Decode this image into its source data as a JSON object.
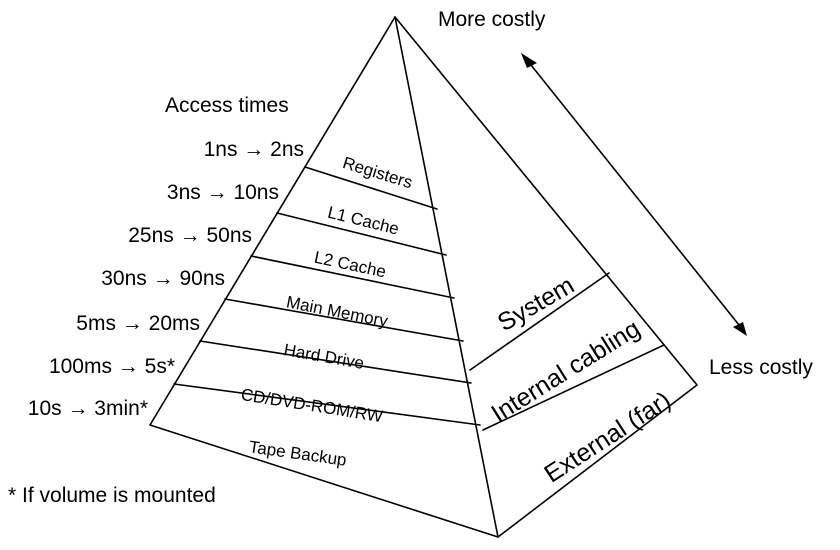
{
  "top_label": "More costly",
  "bottom_label": "Less costly",
  "access_times_heading": "Access times",
  "footnote": "* If volume is mounted",
  "layers": [
    {
      "name": "Registers",
      "access_time": "1ns → 2ns"
    },
    {
      "name": "L1 Cache",
      "access_time": "3ns → 10ns"
    },
    {
      "name": "L2 Cache",
      "access_time": "25ns → 50ns"
    },
    {
      "name": "Main Memory",
      "access_time": "30ns → 90ns"
    },
    {
      "name": "Hard Drive",
      "access_time": "5ms → 20ms"
    },
    {
      "name": "CD/DVD-ROM/RW",
      "access_time": "100ms → 5s*"
    },
    {
      "name": "Tape Backup",
      "access_time": "10s → 3min*"
    }
  ],
  "side_layers": [
    {
      "name": "System"
    },
    {
      "name": "Internal cabling"
    },
    {
      "name": "External (far)"
    }
  ],
  "cost_arrow": {
    "direction": "bidirectional",
    "color": "#000000"
  },
  "line_color": "#000000",
  "background_color": "#ffffff"
}
